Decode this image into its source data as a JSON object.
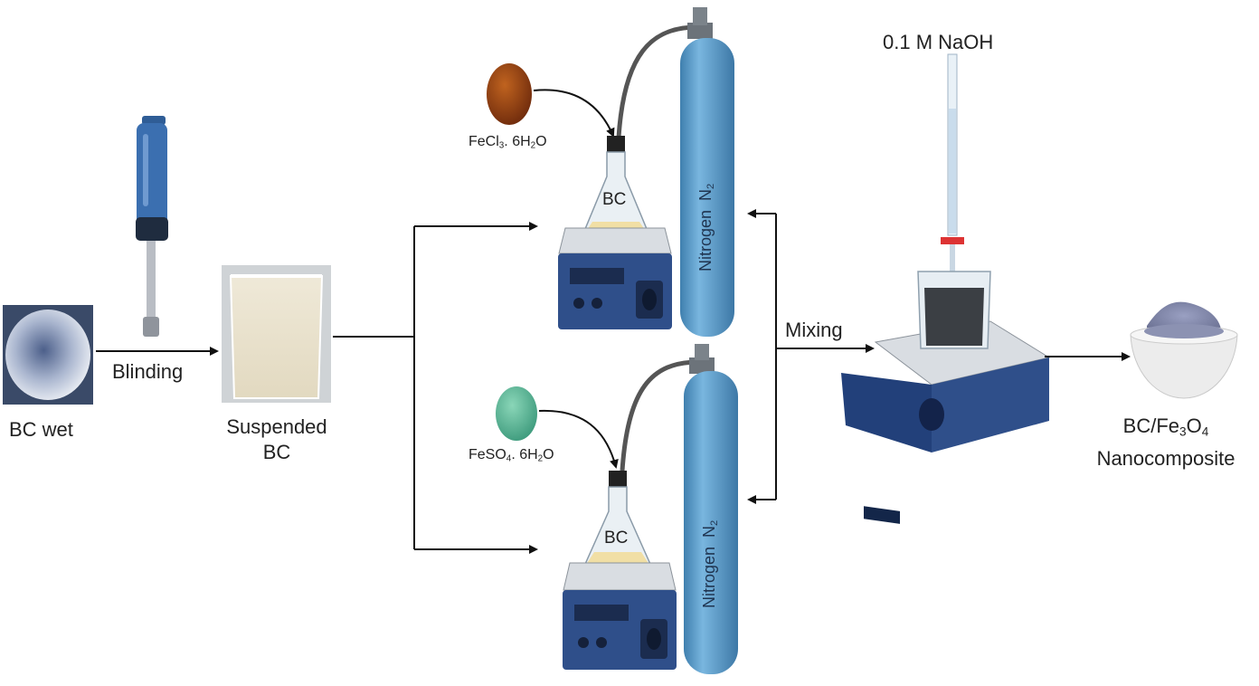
{
  "labels": {
    "bc_wet": "BC wet",
    "blinding": "Blinding",
    "suspended_line1": "Suspended",
    "suspended_line2": "BC",
    "fecl3_main": "FeCl",
    "fecl3_sub": "3",
    "fecl3_rest": ". 6H",
    "fecl3_h2_sub": "2",
    "fecl3_o": "O",
    "feso4_main": "FeSO",
    "feso4_sub": "4",
    "feso4_rest": ". 6H",
    "feso4_h2_sub": "2",
    "feso4_o": "O",
    "flask_top": "BC",
    "flask_bottom": "BC",
    "nitrogen_top": "Nitrogen",
    "nitrogen_bottom": "Nitrogen",
    "n2_symbol": "N",
    "n2_sub": "2",
    "naoh": "0.1 M NaOH",
    "mixing": "Mixing",
    "product_line1_a": "BC/Fe",
    "product_line1_sub1": "3",
    "product_line1_b": "O",
    "product_line1_sub2": "4",
    "product_line2": "Nanocomposite"
  },
  "colors": {
    "cylinder": "#5f9fcc",
    "stirrer": "#2f4f8a",
    "fecl3": "#8a3b12",
    "feso4": "#59b596",
    "arrow": "#111111"
  }
}
